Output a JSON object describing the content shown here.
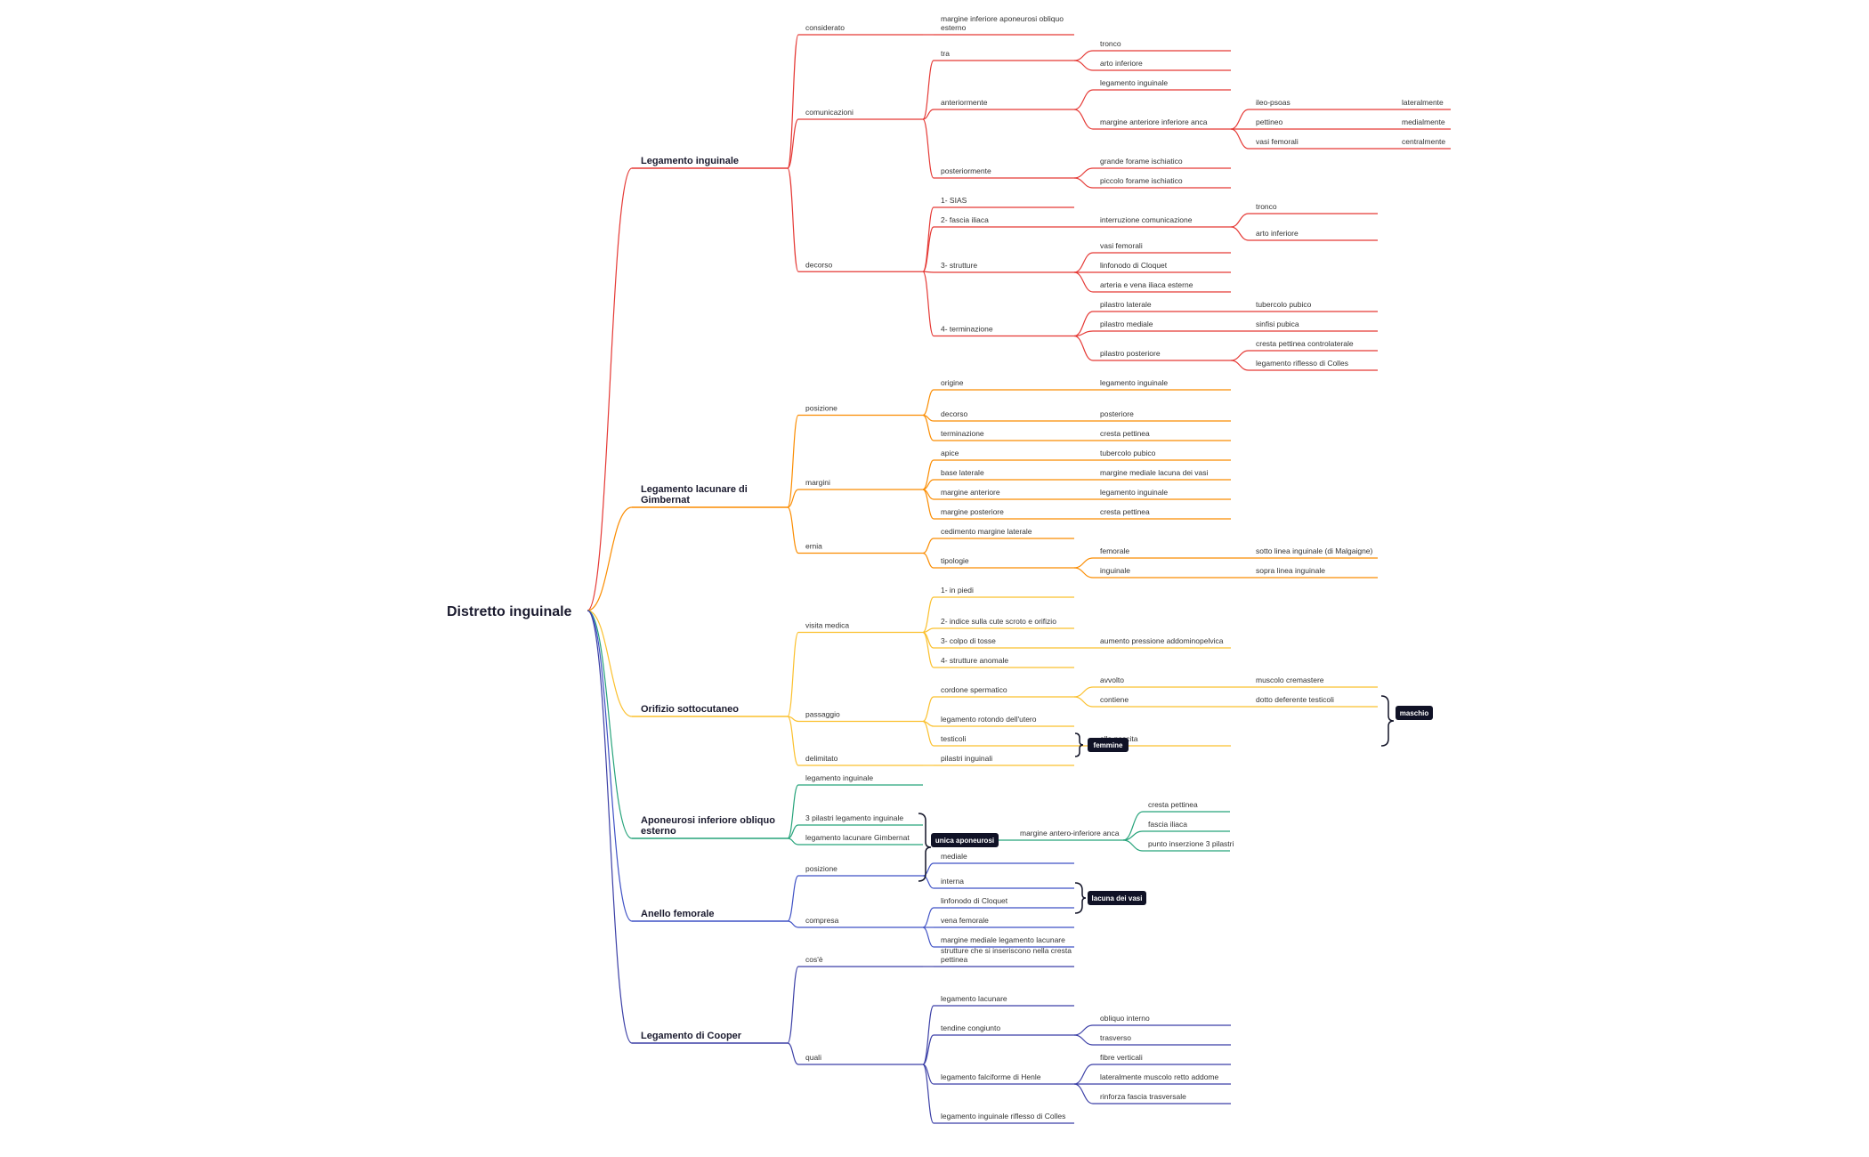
{
  "root": {
    "title": "Distretto inguinale"
  },
  "colors": {
    "red": "#e53935",
    "orange": "#fb8c00",
    "yellow": "#fbc02d",
    "green": "#26a37a",
    "blue": "#3f51c5",
    "indigo": "#3b3fa6",
    "summary_bg": "#101226"
  },
  "branches": [
    {
      "label": "Legamento inguinale",
      "label_line2": "",
      "color": "red",
      "children": [
        {
          "label": "considerato",
          "children": [
            {
              "label": "margine inferiore aponeurosi obliquo",
              "label_line2": "esterno"
            }
          ]
        },
        {
          "label": "comunicazioni",
          "children": [
            {
              "label": "tra",
              "children": [
                {
                  "label": "tronco"
                },
                {
                  "label": "arto inferiore"
                }
              ]
            },
            {
              "label": "anteriormente",
              "children": [
                {
                  "label": "legamento inguinale"
                },
                {
                  "label": "margine anteriore inferiore anca",
                  "children": [
                    {
                      "label": "ileo-psoas",
                      "children": [
                        {
                          "label": "lateralmente"
                        }
                      ]
                    },
                    {
                      "label": "pettineo",
                      "children": [
                        {
                          "label": "medialmente"
                        }
                      ]
                    },
                    {
                      "label": "vasi femorali",
                      "children": [
                        {
                          "label": "centralmente"
                        }
                      ]
                    }
                  ]
                }
              ]
            },
            {
              "label": "posteriormente",
              "children": [
                {
                  "label": "grande forame ischiatico"
                },
                {
                  "label": "piccolo forame ischiatico"
                }
              ]
            }
          ]
        },
        {
          "label": "decorso",
          "children": [
            {
              "label": "1- SIAS"
            },
            {
              "label": "2- fascia iliaca",
              "children": [
                {
                  "label": "interruzione comunicazione",
                  "children": [
                    {
                      "label": "tronco"
                    },
                    {
                      "label": "arto inferiore"
                    }
                  ]
                }
              ]
            },
            {
              "label": "3- strutture",
              "children": [
                {
                  "label": "vasi femorali"
                },
                {
                  "label": "linfonodo di Cloquet"
                },
                {
                  "label": "arteria e vena iliaca esterne"
                }
              ]
            },
            {
              "label": "4- terminazione",
              "children": [
                {
                  "label": "pilastro laterale",
                  "children": [
                    {
                      "label": "tubercolo pubico"
                    }
                  ]
                },
                {
                  "label": "pilastro mediale",
                  "children": [
                    {
                      "label": "sinfisi pubica"
                    }
                  ]
                },
                {
                  "label": "pilastro posteriore",
                  "children": [
                    {
                      "label": "cresta pettinea controlaterale"
                    },
                    {
                      "label": "legamento riflesso di Colles"
                    }
                  ]
                }
              ]
            }
          ]
        }
      ]
    },
    {
      "label": "Legamento lacunare di",
      "label_line2": "Gimbernat",
      "color": "orange",
      "children": [
        {
          "label": "posizione",
          "children": [
            {
              "label": "origine",
              "children": [
                {
                  "label": "legamento inguinale"
                }
              ]
            },
            {
              "label": "decorso",
              "children": [
                {
                  "label": "posteriore"
                }
              ]
            },
            {
              "label": "terminazione",
              "children": [
                {
                  "label": "cresta pettinea"
                }
              ]
            }
          ]
        },
        {
          "label": "margini",
          "children": [
            {
              "label": "apice",
              "children": [
                {
                  "label": "tubercolo pubico"
                }
              ]
            },
            {
              "label": "base laterale",
              "children": [
                {
                  "label": "margine mediale lacuna dei vasi"
                }
              ]
            },
            {
              "label": "margine anteriore",
              "children": [
                {
                  "label": "legamento inguinale"
                }
              ]
            },
            {
              "label": "margine posteriore",
              "children": [
                {
                  "label": "cresta pettinea"
                }
              ]
            }
          ]
        },
        {
          "label": "ernia",
          "children": [
            {
              "label": "cedimento margine laterale"
            },
            {
              "label": "tipologie",
              "children": [
                {
                  "label": "femorale",
                  "children": [
                    {
                      "label": "sotto linea inguinale (di Malgaigne)"
                    }
                  ]
                },
                {
                  "label": "inguinale",
                  "children": [
                    {
                      "label": "sopra linea inguinale"
                    }
                  ]
                }
              ]
            }
          ]
        }
      ]
    },
    {
      "label": "Orifizio sottocutaneo",
      "label_line2": "",
      "color": "yellow",
      "children": [
        {
          "label": "visita medica",
          "children": [
            {
              "label": "1- in piedi"
            },
            {
              "label": "2- indice sulla cute scroto e orifizio"
            },
            {
              "label": "3- colpo di tosse",
              "children": [
                {
                  "label": "aumento  pressione addominopelvica"
                }
              ]
            },
            {
              "label": "4- strutture anomale"
            }
          ]
        },
        {
          "label": "passaggio",
          "children": [
            {
              "label": "cordone spermatico",
              "children": [
                {
                  "label": "avvolto",
                  "children": [
                    {
                      "label": "muscolo cremastere"
                    }
                  ]
                },
                {
                  "label": "contiene",
                  "children": [
                    {
                      "label": "dotto deferente testicoli"
                    }
                  ]
                }
              ]
            },
            {
              "label": "legamento rotondo dell'utero"
            },
            {
              "label": "testicoli",
              "children": [
                {
                  "label": "alla nascita"
                }
              ]
            }
          ]
        },
        {
          "label": "delimitato",
          "children": [
            {
              "label": "pilastri inguinali"
            }
          ]
        }
      ]
    },
    {
      "label": "Aponeurosi inferiore obliquo",
      "label_line2": "esterno",
      "color": "green",
      "children": [
        {
          "label": "legamento inguinale"
        },
        {
          "label": "3 pilastri legamento inguinale"
        },
        {
          "label": "legamento lacunare Gimbernat"
        }
      ]
    },
    {
      "label": "Anello femorale",
      "label_line2": "",
      "color": "blue",
      "children": [
        {
          "label": "posizione",
          "children": [
            {
              "label": "mediale"
            },
            {
              "label": "interna"
            }
          ]
        },
        {
          "label": "compresa",
          "children": [
            {
              "label": "linfonodo di Cloquet"
            },
            {
              "label": "vena femorale"
            },
            {
              "label": "margine mediale legamento lacunare"
            }
          ]
        }
      ]
    },
    {
      "label": "Legamento di Cooper",
      "label_line2": "",
      "color": "indigo",
      "children": [
        {
          "label": "cos'è",
          "children": [
            {
              "label": "strutture che si inseriscono nella cresta",
              "label_line2": "pettinea"
            }
          ]
        },
        {
          "label": "quali",
          "children": [
            {
              "label": "legamento lacunare"
            },
            {
              "label": "tendine congiunto",
              "children": [
                {
                  "label": "obliquo interno"
                },
                {
                  "label": "trasverso"
                }
              ]
            },
            {
              "label": "legamento falciforme di Henle",
              "children": [
                {
                  "label": "fibre verticali"
                },
                {
                  "label": "lateralmente muscolo retto addome"
                },
                {
                  "label": "rinforza fascia trasversale"
                }
              ]
            },
            {
              "label": "legamento inguinale riflesso di Colles"
            }
          ]
        }
      ]
    }
  ],
  "summaries": {
    "maschio": "maschio",
    "femmine": "femmine",
    "unica_aponeurosi": "unica aponeurosi",
    "lacuna_dei_vasi": "lacuna dei vasi"
  },
  "aponeurosi_detail": {
    "label": "margine antero-inferiore anca",
    "children": [
      "cresta pettinea",
      "fascia iliaca",
      "punto inserzione 3 pilastri"
    ]
  }
}
